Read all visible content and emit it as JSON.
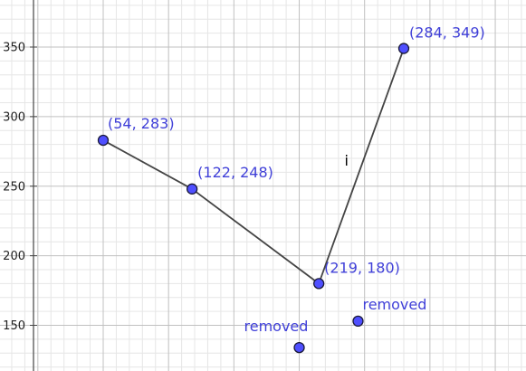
{
  "chart_data": {
    "type": "scatter",
    "ylim": [
      127,
      383
    ],
    "grid": true,
    "y_ticks": [
      150,
      200,
      250,
      300,
      350
    ],
    "series": [
      {
        "kind": "polyline",
        "points": [
          {
            "x": 54,
            "y": 283,
            "label": "(54, 283)"
          },
          {
            "x": 122,
            "y": 248,
            "label": "(122, 248)"
          },
          {
            "x": 219,
            "y": 180,
            "label": "(219, 180)"
          },
          {
            "x": 284,
            "y": 349,
            "label": "(284, 349)"
          }
        ]
      },
      {
        "kind": "points",
        "points": [
          {
            "x": 249,
            "y": 153,
            "label": "removed"
          },
          {
            "x": 204,
            "y": 134,
            "label": "removed"
          }
        ]
      }
    ],
    "annotations": [
      {
        "text": "i",
        "x": 240,
        "y": 270
      }
    ],
    "colors": {
      "point_fill": "#4f4fff",
      "point_stroke": "#1a1a3a",
      "label": "#4040d8",
      "line": "#444444",
      "grid_major": "#c0c0c0",
      "grid_minor": "#e6e6e6"
    }
  }
}
